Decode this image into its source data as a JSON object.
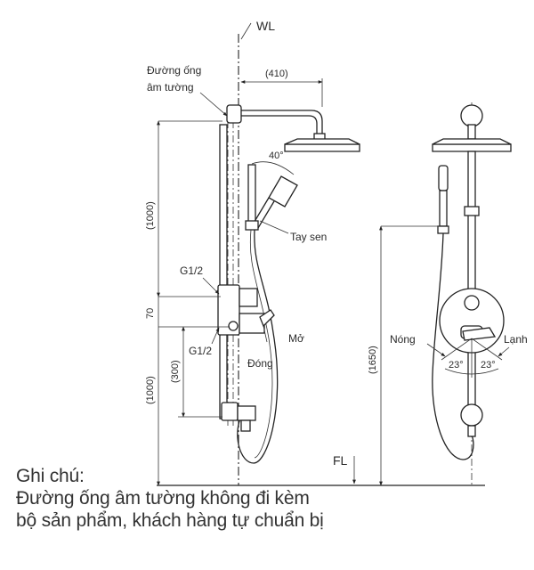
{
  "labels": {
    "wl": "WL",
    "fl": "FL",
    "wall_pipe": [
      "Đường ống",
      "âm tường"
    ],
    "hand_shower": "Tay sen",
    "open": "Mở",
    "close": "Đóng",
    "hot": "Nóng",
    "cold": "Lạnh",
    "thread_top": "G1/2",
    "thread_bottom": "G1/2"
  },
  "dimensions": {
    "arm_length": "(410)",
    "upper_height": "(1000)",
    "valve_spacing": "70",
    "lower_height": "(1000)",
    "outlet_height": "(300)",
    "total_height": "(1650)",
    "hand_angle": "40°",
    "lever_angle_left": "23°",
    "lever_angle_right": "23°"
  },
  "notes": {
    "title": "Ghi chú:",
    "lines": [
      "Đường ống âm tường không đi kèm",
      "bộ sản phẩm, khách hàng tự chuẩn bị"
    ]
  }
}
